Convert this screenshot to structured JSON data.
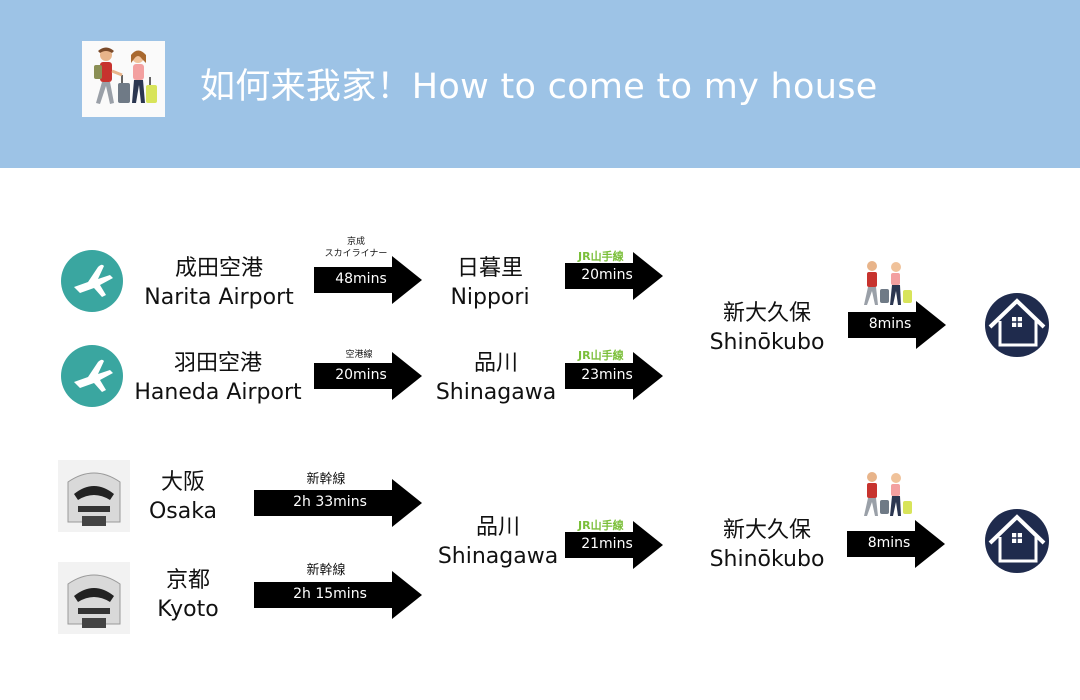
{
  "header": {
    "title": "如何来我家！How to come to my house"
  },
  "route1": {
    "origin": {
      "jp": "成田空港",
      "en": "Narita Airport"
    },
    "leg1": {
      "line": "京成\nスカイライナー",
      "time": "48mins"
    },
    "transfer": {
      "jp": "日暮里",
      "en": "Nippori"
    },
    "leg2": {
      "line": "JR山手線",
      "time": "20mins"
    }
  },
  "route2": {
    "origin": {
      "jp": "羽田空港",
      "en": "Haneda Airport"
    },
    "leg1": {
      "line": "空港線",
      "time": "20mins"
    },
    "transfer": {
      "jp": "品川",
      "en": "Shinagawa"
    },
    "leg2": {
      "line": "JR山手線",
      "time": "23mins"
    }
  },
  "airport_dest": {
    "station": {
      "jp": "新大久保",
      "en": "Shinōkubo"
    },
    "walk_time": "8mins"
  },
  "route3": {
    "origin": {
      "jp": "大阪",
      "en": "Osaka"
    },
    "leg1": {
      "line": "新幹線",
      "time": "2h 33mins"
    }
  },
  "route4": {
    "origin": {
      "jp": "京都",
      "en": "Kyoto"
    },
    "leg1": {
      "line": "新幹線",
      "time": "2h 15mins"
    }
  },
  "rail_transfer": {
    "station": {
      "jp": "品川",
      "en": "Shinagawa"
    },
    "leg2": {
      "line": "JR山手線",
      "time": "21mins"
    }
  },
  "rail_dest": {
    "station": {
      "jp": "新大久保",
      "en": "Shinōkubo"
    },
    "walk_time": "8mins"
  },
  "colors": {
    "header_bg": "#9dc3e6",
    "plane_teal": "#3aa6a0",
    "house_navy": "#1f2b4d",
    "jr_green": "#7bbf3a",
    "arrow": "#000000"
  },
  "icons": [
    "travelers-icon",
    "airplane-icon",
    "shinkansen-icon",
    "house-icon"
  ]
}
